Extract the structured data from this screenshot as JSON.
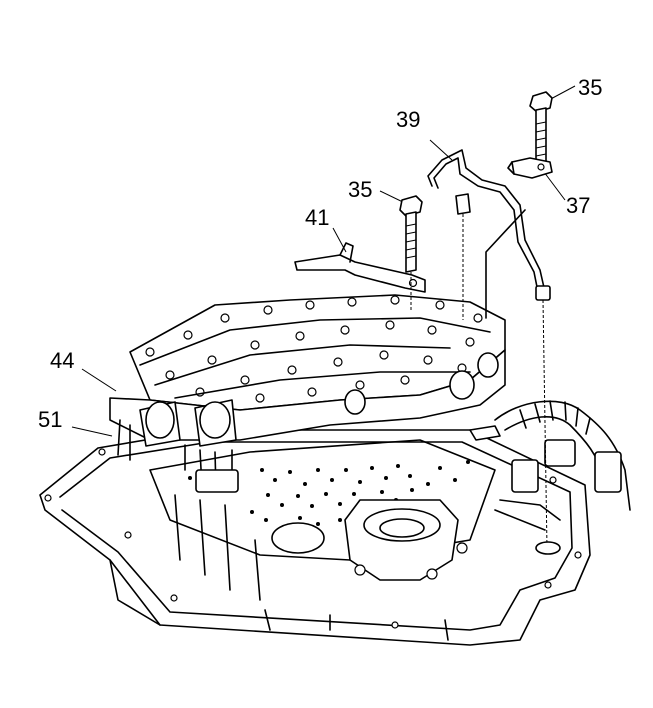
{
  "diagram": {
    "colors": {
      "line": "#000000",
      "background": "#ffffff"
    },
    "callouts": [
      {
        "id": "callout-35-top",
        "text": "35"
      },
      {
        "id": "callout-39",
        "text": "39"
      },
      {
        "id": "callout-37",
        "text": "37"
      },
      {
        "id": "callout-35-mid",
        "text": "35"
      },
      {
        "id": "callout-41",
        "text": "41"
      },
      {
        "id": "callout-44",
        "text": "44"
      },
      {
        "id": "callout-51",
        "text": "51"
      }
    ]
  }
}
